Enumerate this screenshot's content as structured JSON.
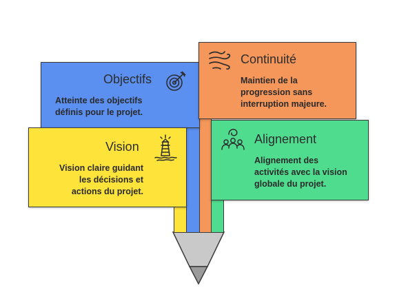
{
  "cards": {
    "objectifs": {
      "title": "Objectifs",
      "line1": "Atteinte des objectifs",
      "line2": "définis pour le projet.",
      "color": "#5b8ff0"
    },
    "continuite": {
      "title": "Continuité",
      "line1": "Maintien de la",
      "line2": "progression sans",
      "line3": "interruption majeure.",
      "color": "#f5965a"
    },
    "vision": {
      "title": "Vision",
      "line1": "Vision claire guidant",
      "line2": "les décisions et",
      "line3": "actions du projet.",
      "color": "#fde33a"
    },
    "alignement": {
      "title": "Alignement",
      "line1": "Alignement des",
      "line2": "activités avec la vision",
      "line3": "globale du projet.",
      "color": "#4fdc8f"
    }
  },
  "icons": {
    "objectifs": "target-icon",
    "continuite": "wind-icon",
    "vision": "lighthouse-icon",
    "alignement": "team-icon"
  },
  "tip_colors": [
    "#c8c8c8",
    "#9a9a9a"
  ]
}
